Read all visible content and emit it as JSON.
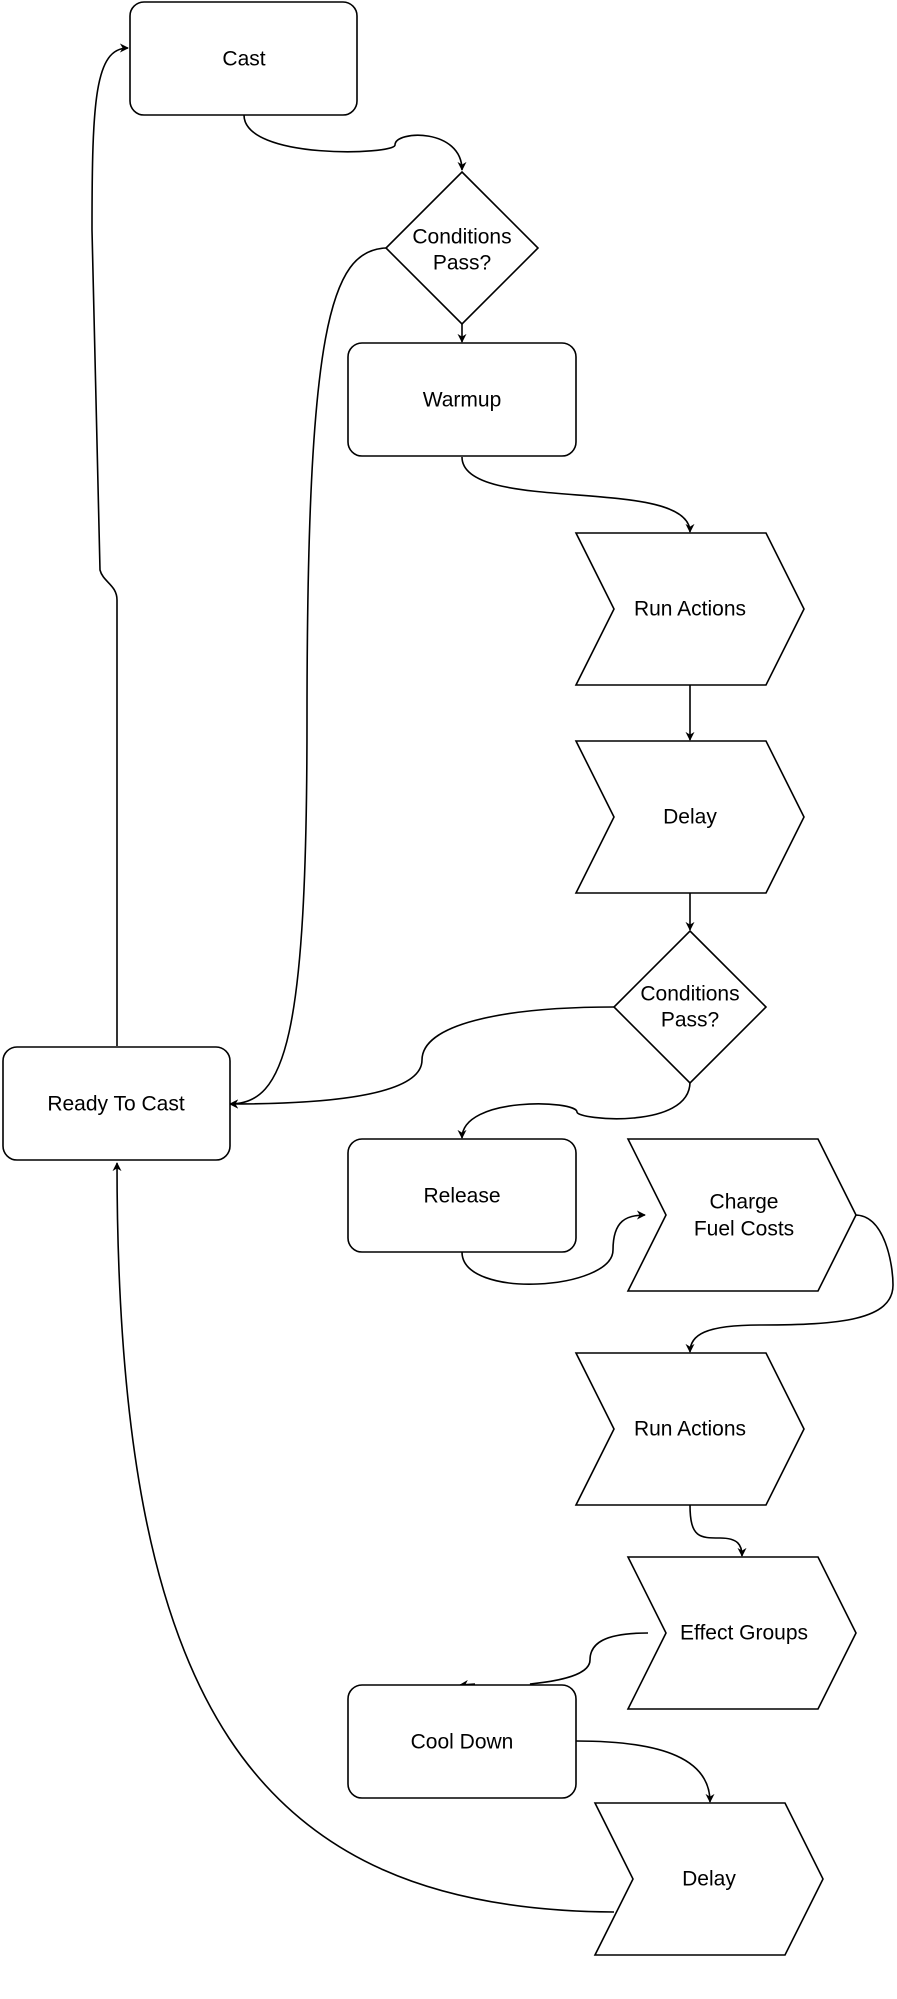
{
  "nodes": {
    "cast": "Cast",
    "conditions_1": [
      "Conditions",
      "Pass?"
    ],
    "warmup": "Warmup",
    "run_actions_1": "Run Actions",
    "delay_1": "Delay",
    "conditions_2": [
      "Conditions",
      "Pass?"
    ],
    "ready_to_cast": "Ready To Cast",
    "release": "Release",
    "charge_fuel_costs": [
      "Charge",
      "Fuel Costs"
    ],
    "run_actions_2": "Run Actions",
    "effect_groups": "Effect Groups",
    "cool_down": "Cool Down",
    "delay_2": "Delay"
  }
}
